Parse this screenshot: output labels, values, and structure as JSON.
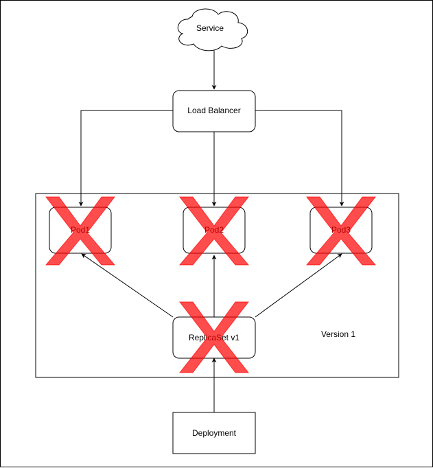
{
  "nodes": {
    "service": "Service",
    "load_balancer": "Load Balancer",
    "pods": [
      "Pod1",
      "Pod2",
      "Pod3"
    ],
    "replicaset": "ReplicaSet v1",
    "version": "Version 1",
    "deployment": "Deployment"
  },
  "status": {
    "deleted_marker": "X"
  },
  "colors": {
    "stroke": "#000000",
    "fill": "#ffffff",
    "x_mark": "#ff0000",
    "x_mark_opacity": "0.7"
  }
}
